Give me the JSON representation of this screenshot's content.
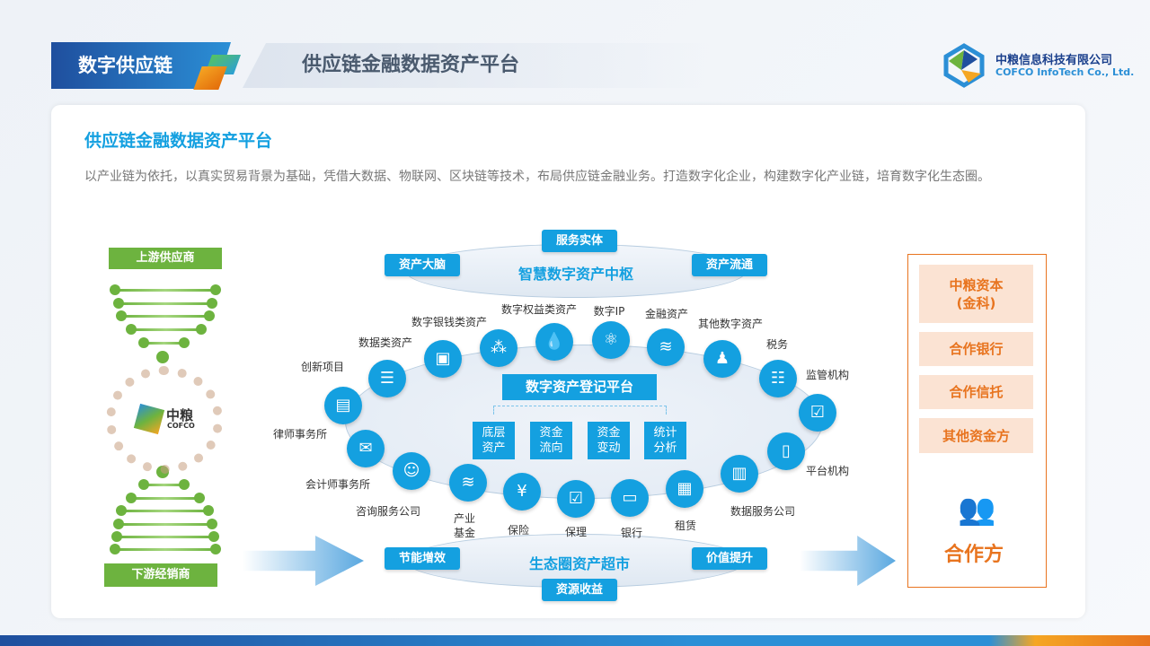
{
  "header": {
    "section": "数字供应链",
    "title": "供应链金融数据资产平台"
  },
  "company": {
    "name_cn": "中粮信息科技有限公司",
    "name_en": "COFCO InfoTech Co., Ltd."
  },
  "content": {
    "title": "供应链金融数据资产平台",
    "description": "以产业链为依托，以真实贸易背景为基础，凭借大数据、物联网、区块链等技术，布局供应链金融业务。打造数字化企业，构建数字化产业链，培育数字化生态圈。"
  },
  "chain": {
    "upstream": "上游供应商",
    "downstream": "下游经销商",
    "center_logo_cn": "中粮",
    "center_logo_en": "COFCO"
  },
  "top_hub": {
    "title": "智慧数字资产中枢",
    "buttons": [
      "服务实体",
      "资产大脑",
      "资产流通"
    ]
  },
  "bottom_hub": {
    "title": "生态圈资产超市",
    "buttons": [
      "节能增效",
      "价值提升",
      "资源收益"
    ]
  },
  "platform": {
    "title": "数字资产登记平台",
    "modules": [
      "底层\n资产",
      "资金\n流向",
      "资金\n变动",
      "统计\n分析"
    ]
  },
  "nodes": [
    {
      "label": "创新项目",
      "icon": "document-icon",
      "glyph": "▤"
    },
    {
      "label": "数据类资产",
      "icon": "folder-icon",
      "glyph": "☰"
    },
    {
      "label": "数字银钱类资产",
      "icon": "wallet-icon",
      "glyph": "▣"
    },
    {
      "label": "数字权益类资产",
      "icon": "network-icon",
      "glyph": "⁂"
    },
    {
      "label": "数字IP",
      "icon": "drop-icon",
      "glyph": "💧"
    },
    {
      "label": "金融资产",
      "icon": "atom-icon",
      "glyph": "⚛"
    },
    {
      "label": "其他数字资产",
      "icon": "database-icon",
      "glyph": "≋"
    },
    {
      "label": "税务",
      "icon": "person-icon",
      "glyph": "♟"
    },
    {
      "label": "监管机构",
      "icon": "stack-icon",
      "glyph": "☷"
    },
    {
      "label": "平台机构",
      "icon": "checklist-icon",
      "glyph": "☑"
    },
    {
      "label": "数据服务公司",
      "icon": "phone-icon",
      "glyph": "▯"
    },
    {
      "label": "租赁",
      "icon": "building-icon",
      "glyph": "▥"
    },
    {
      "label": "银行",
      "icon": "newspaper-icon",
      "glyph": "▦"
    },
    {
      "label": "保理",
      "icon": "card-icon",
      "glyph": "▭"
    },
    {
      "label": "保险",
      "icon": "checklist-icon",
      "glyph": "☑"
    },
    {
      "label": "产业\n基金",
      "icon": "yen-icon",
      "glyph": "¥"
    },
    {
      "label": "咨询服务公司",
      "icon": "database-icon",
      "glyph": "≋"
    },
    {
      "label": "会计师事务所",
      "icon": "contacts-icon",
      "glyph": "☺"
    },
    {
      "label": "律师事务所",
      "icon": "chat-icon",
      "glyph": "✉"
    }
  ],
  "partners": {
    "items": [
      "中粮资本\n(金科)",
      "合作银行",
      "合作信托",
      "其他资金方"
    ],
    "label": "合作方"
  },
  "colors": {
    "accent": "#14a0e0",
    "green": "#6db33f",
    "orange": "#e8741f"
  }
}
